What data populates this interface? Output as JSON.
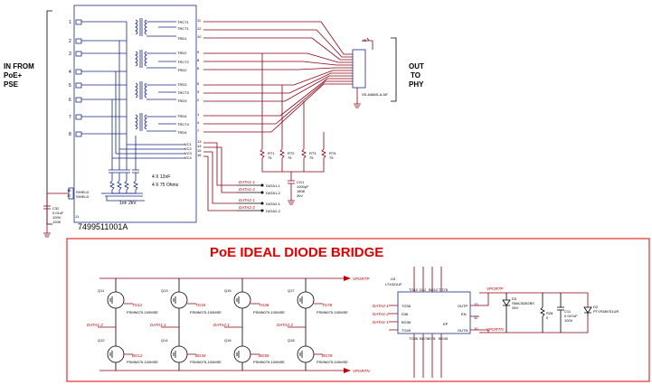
{
  "left_label": [
    "IN FROM",
    "PoE+",
    "PSE"
  ],
  "right_label": [
    "OUT",
    "TO",
    "PHY"
  ],
  "transformer": {
    "ref": "J1",
    "part_number": "7499511001A",
    "pins_left": [
      "1",
      "2",
      "3",
      "4",
      "5",
      "6",
      "7",
      "8"
    ],
    "pins_right": [
      "TRCT1",
      "TRCT1",
      "TRD1",
      "TRD2",
      "TRCT2",
      "TRD2",
      "TRD3",
      "TRCT3",
      "TRD3",
      "TRD4",
      "TRCT4",
      "TRD4"
    ],
    "pins_right_nums": [
      "11",
      "12",
      "10",
      "9",
      "8",
      "6",
      "5",
      "3",
      "2",
      "1",
      "4",
      "7"
    ],
    "vc_labels": [
      "VC1",
      "VC2",
      "VC3",
      "VC4"
    ],
    "vc_nums": [
      "13",
      "14",
      "15",
      "16"
    ],
    "shield_labels": [
      "SHIELD",
      "SHIELD"
    ],
    "shield_nums": [
      "18",
      "17"
    ],
    "cap_note1": "4 X 12nF",
    "cap_note2": "4 X 75 Ohms",
    "cap_note3": "1nF 2kV"
  },
  "c32": [
    "C32",
    "0.01uF",
    "100V",
    "1206"
  ],
  "connector": {
    "ref": "J2",
    "part": "SS-6488S-A-NF"
  },
  "resistors": [
    {
      "ref": "RT1",
      "val": "75"
    },
    {
      "ref": "RT2",
      "val": "75"
    },
    {
      "ref": "RT3",
      "val": "75"
    },
    {
      "ref": "RT4",
      "val": "75"
    }
  ],
  "cg1": [
    "CG1",
    "1000pF",
    "1808",
    "2kV"
  ],
  "data_nets": [
    "DATA1-1",
    "DATA1-2",
    "DATA2-1",
    "DATA2-2"
  ],
  "bridge": {
    "title": "PoE IDEAL DIODE BRIDGE",
    "mosfets": [
      {
        "ref": "Q11",
        "part": "PSMN075-100MSE"
      },
      {
        "ref": "Q13",
        "part": "PSMN075-100MSE"
      },
      {
        "ref": "Q15",
        "part": "PSMN075-100MSE"
      },
      {
        "ref": "Q17",
        "part": "PSMN075-100MSE"
      },
      {
        "ref": "Q12",
        "part": "PSMN075-100MSE"
      },
      {
        "ref": "Q14",
        "part": "PSMN075-100MSE"
      },
      {
        "ref": "Q16",
        "part": "PSMN075-100MSE"
      },
      {
        "ref": "Q18",
        "part": "PSMN075-100MSE"
      }
    ],
    "gate_labels_top": [
      "TG12",
      "TG34",
      "TG36",
      "TG78"
    ],
    "gate_labels_bot": [
      "BG12",
      "BG34",
      "BG56",
      "BG78"
    ],
    "data_left": [
      "DATA1-2",
      "DATA1-1",
      "DATA2-1",
      "DATA2-2"
    ],
    "vportp": "VPORTP",
    "vportn": "VPORTN",
    "ic": {
      "ref": "U3",
      "part": "LT4321UF",
      "left_pins": [
        "TG36",
        "D36",
        "BG36",
        "TG45"
      ],
      "left_data": [
        "DATA2-1",
        "DATA1-2",
        "DATA1-1"
      ],
      "right_pins": [
        "OUTP",
        "EN",
        "OUTN"
      ],
      "right_nums": [
        "13",
        "11",
        "10"
      ],
      "ep": "EP",
      "top_pins": [
        "TG12",
        "D12",
        "BG12",
        "TG78"
      ],
      "bot_pins": [
        "TG36",
        "BG78",
        "D78",
        "BG45"
      ]
    },
    "d3": [
      "D3",
      "SMAJ5262BS",
      "26V"
    ],
    "r28": [
      "R28",
      "0"
    ],
    "c11": [
      "C11",
      "0.047uF",
      "100V"
    ],
    "d2": [
      "D2",
      "PTVS58VS1UR"
    ]
  }
}
